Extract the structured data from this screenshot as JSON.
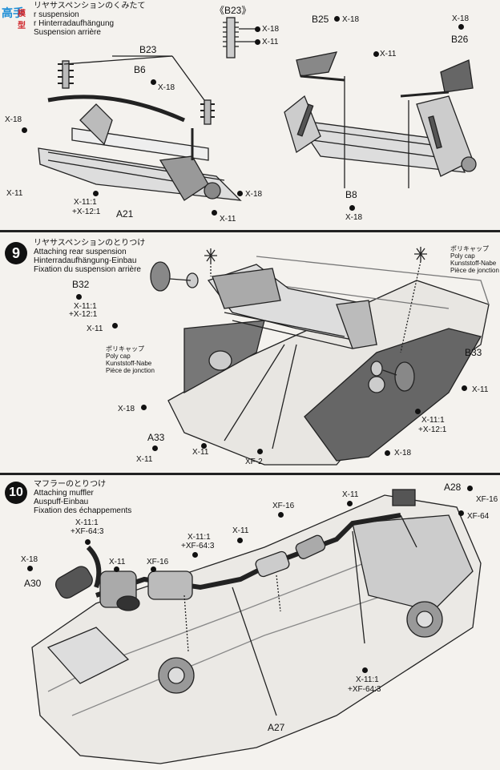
{
  "watermark": {
    "line1": "高手",
    "line2": "模型"
  },
  "step8": {
    "title_jp": "リヤサスペンションのくみたて",
    "title_en": "r suspension",
    "title_de": "r Hinterradaufhängung",
    "title_fr": "Suspension arrière",
    "inset_label": "《B23》",
    "parts": {
      "x18_inset": "X-18",
      "x11_inset": "X-11",
      "b23": "B23",
      "b6": "B6",
      "x18_b6": "X-18",
      "x18_left": "X-18",
      "x11_left": "X-11",
      "x11_ratio": "X-11:1",
      "x12_ratio": "+X-12:1",
      "a21": "A21",
      "x18_right": "X-18",
      "x11_bottom": "X-11",
      "b25": "B25",
      "x18_b25": "X-18",
      "x18_b26": "X-18",
      "b26": "B26",
      "x11_top": "X-11",
      "b8": "B8",
      "x18_b8": "X-18"
    }
  },
  "step9": {
    "number": "9",
    "title_jp": "リヤサスペンションのとりつけ",
    "title_en": "Attaching rear suspension",
    "title_de": "Hinterradaufhängung-Einbau",
    "title_fr": "Fixation du suspension arrière",
    "polycap_right": {
      "jp": "ポリキャップ",
      "en": "Poly cap",
      "de": "Kunststoff-Nabe",
      "fr": "Pièce de jonction"
    },
    "polycap_left": {
      "jp": "ポリキャップ",
      "en": "Poly cap",
      "de": "Kunststoff-Nabe",
      "fr": "Pièce de jonction"
    },
    "parts": {
      "b32": "B32",
      "x11_ratio": "X-11:1",
      "x12_ratio": "+X-12:1",
      "x11_b32": "X-11",
      "x18_left": "X-18",
      "a33": "A33",
      "x11_a33": "X-11",
      "x11_mid": "X-11",
      "xf2": "XF-2",
      "b33": "B33",
      "x11_b33": "X-11",
      "x11_ratio_r": "X-11:1",
      "x12_ratio_r": "+X-12:1",
      "x18_bottom": "X-18"
    }
  },
  "step10": {
    "number": "10",
    "title_jp": "マフラーのとりつけ",
    "title_en": "Attaching muffler",
    "title_de": "Auspuff-Einbau",
    "title_fr": "Fixation des échappements",
    "parts": {
      "x11_ratio_l": "X-11:1",
      "xf64_l": "+XF-64:3",
      "x18": "X-18",
      "a30": "A30",
      "x11_a": "X-11",
      "xf16_a": "XF-16",
      "x11_ratio_m": "X-11:1",
      "xf64_m": "+XF-64:3",
      "x11_b": "X-11",
      "xf16_b": "XF-16",
      "x11_c": "X-11",
      "a28": "A28",
      "xf16_c": "XF-16",
      "xf64_c": "XF-64",
      "a27": "A27",
      "x11_ratio_r": "X-11:1",
      "xf64_r": "+XF-64:3"
    }
  }
}
